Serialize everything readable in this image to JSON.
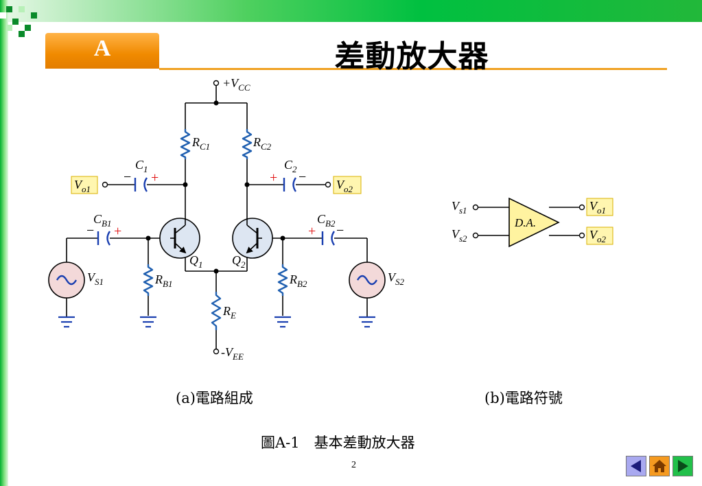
{
  "header": {
    "section_letter": "A",
    "title": "差動放大器"
  },
  "circuit": {
    "vcc": "+V",
    "vcc_sub": "CC",
    "vee": "-V",
    "vee_sub": "EE",
    "rc1": "R",
    "rc1_sub": "C1",
    "rc2": "R",
    "rc2_sub": "C2",
    "c1": "C",
    "c1_sub": "1",
    "c2": "C",
    "c2_sub": "2",
    "vo1": "V",
    "vo1_sub": "o1",
    "vo2": "V",
    "vo2_sub": "o2",
    "cb1": "C",
    "cb1_sub": "B1",
    "cb2": "C",
    "cb2_sub": "B2",
    "q1": "Q",
    "q1_sub": "1",
    "q2": "Q",
    "q2_sub": "2",
    "rb1": "R",
    "rb1_sub": "B1",
    "rb2": "R",
    "rb2_sub": "B2",
    "re": "R",
    "re_sub": "E",
    "vs1": "V",
    "vs1_sub": "S1",
    "vs2": "V",
    "vs2_sub": "S2",
    "plus": "+",
    "minus": "−"
  },
  "symbol": {
    "in1": "V",
    "in1_sub": "s1",
    "in2": "V",
    "in2_sub": "s2",
    "label": "D.A.",
    "out1": "V",
    "out1_sub": "o1",
    "out2": "V",
    "out2_sub": "o2"
  },
  "captions": {
    "a": "(a)電路組成",
    "b": "(b)電路符號",
    "figure": "圖A-1　基本差動放大器"
  },
  "page_number": "2",
  "colors": {
    "accent_orange": "#f08a00",
    "green": "#00c040",
    "resistor_blue": "#1f5fb0",
    "capacitor_blue": "#1a3fb0",
    "plus_red": "#e01010",
    "label_highlight": "#fff6b0",
    "transistor_fill": "#dde6f2",
    "source_fill": "#f3d9d9",
    "symbol_fill": "#fff3a0"
  },
  "nav": {
    "prev_icon": "triangle-left",
    "home_icon": "house",
    "next_icon": "triangle-right"
  }
}
